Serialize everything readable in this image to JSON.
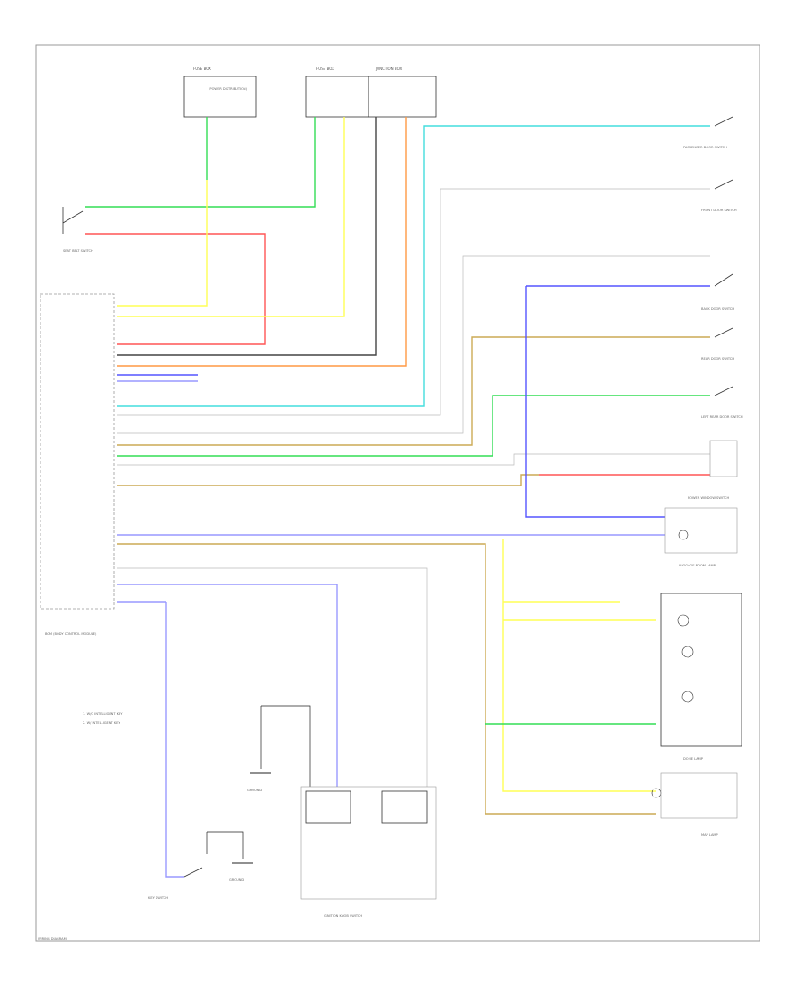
{
  "colors": {
    "green": "#33dd55",
    "yellow": "#ffff55",
    "red": "#ff5555",
    "darkgray": "#444444",
    "orange": "#ff9944",
    "blue": "#5555ff",
    "violet": "#9999ff",
    "cyan": "#44dddd",
    "tan": "#ccaa55",
    "lightgray": "#bbbbbb",
    "black": "#222222"
  },
  "labels": {
    "fuse_box_left": "FUSE BOX",
    "fuse_box_left_sub": "(POWER DISTRIBUTION)",
    "fuse_box_mid": "FUSE BOX",
    "fuse_box_right": "JUNCTION BOX",
    "seat_switch": "SEAT BELT SWITCH",
    "control_unit": "BCM (BODY CONTROL MODULE)",
    "legend_1": "1. W/O INTELLIGENT KEY",
    "legend_2": "2. W/ INTELLIGENT KEY",
    "comp_r1": "PASSENGER DOOR SWITCH",
    "comp_r2": "FRONT DOOR SWITCH",
    "comp_r3": "BACK DOOR SWITCH",
    "comp_r4": "REAR DOOR SWITCH",
    "comp_r5": "LEFT REAR DOOR SWITCH",
    "comp_r6": "POWER WINDOW SWITCH",
    "comp_r7": "LUGGAGE ROOM LAMP",
    "comp_r8": "DOME LAMP",
    "comp_r9": "MAP LAMP",
    "comp_b1": "KEY SWITCH",
    "comp_b2": "IGNITION KNOB SWITCH",
    "comp_b3": "GROUND",
    "comp_b4": "GROUND",
    "footer": "WIRING DIAGRAM"
  }
}
